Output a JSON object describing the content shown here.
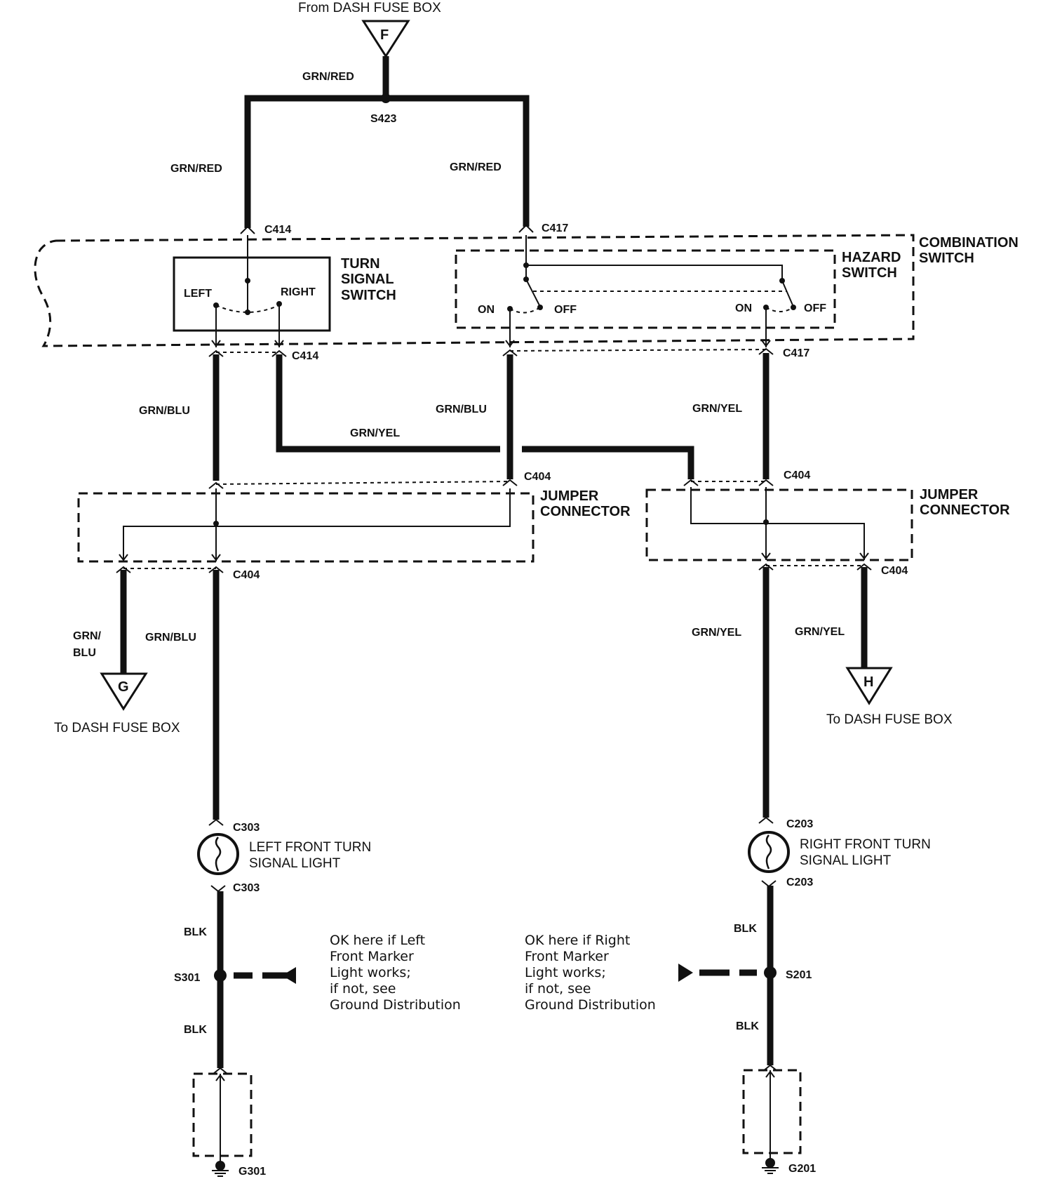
{
  "source": {
    "from_label": "From DASH FUSE BOX",
    "connector": "F"
  },
  "splices": {
    "top": "S423",
    "left_ground": "S301",
    "right_ground": "S201"
  },
  "wires": {
    "grn_red": "GRN/RED",
    "grn_blu": "GRN/BLU",
    "grn_yel": "GRN/YEL",
    "grn_blu_split_1": "GRN/",
    "grn_blu_split_2": "BLU",
    "blk": "BLK"
  },
  "connectors": {
    "c414": "C414",
    "c417": "C417",
    "c404": "C404",
    "c303": "C303",
    "c203": "C203"
  },
  "components": {
    "combination_switch_1": "COMBINATION",
    "combination_switch_2": "SWITCH",
    "turn_signal_switch_1": "TURN",
    "turn_signal_switch_2": "SIGNAL",
    "turn_signal_switch_3": "SWITCH",
    "turn_left": "LEFT",
    "turn_right": "RIGHT",
    "hazard_switch_1": "HAZARD",
    "hazard_switch_2": "SWITCH",
    "hazard_on": "ON",
    "hazard_off": "OFF",
    "jumper_1": "JUMPER",
    "jumper_2": "CONNECTOR",
    "left_light_1": "LEFT FRONT TURN",
    "left_light_2": "SIGNAL LIGHT",
    "right_light_1": "RIGHT FRONT TURN",
    "right_light_2": "SIGNAL LIGHT"
  },
  "outputs": {
    "g_connector": "G",
    "h_connector": "H",
    "to_label": "To DASH FUSE BOX"
  },
  "notes": {
    "left": [
      "OK here if Left",
      "Front Marker",
      "Light works;",
      "if not, see",
      "Ground Distribution"
    ],
    "right": [
      "OK here if Right",
      "Front Marker",
      "Light works;",
      "if not, see",
      "Ground Distribution"
    ]
  },
  "grounds": {
    "left": "G301",
    "right": "G201"
  }
}
